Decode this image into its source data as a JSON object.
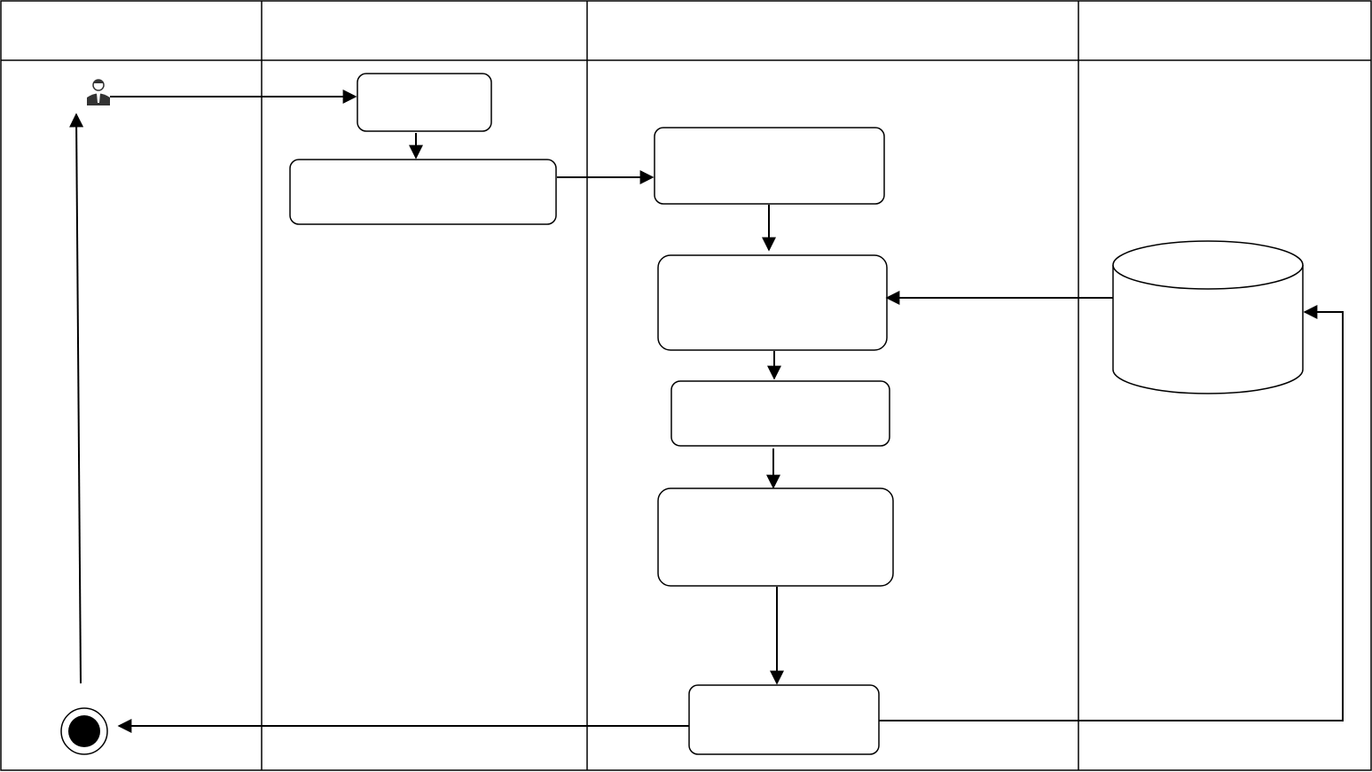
{
  "swimlanes": [
    {
      "id": "lane-1",
      "title": ""
    },
    {
      "id": "lane-2",
      "title": ""
    },
    {
      "id": "lane-3",
      "title": ""
    },
    {
      "id": "lane-4",
      "title": ""
    }
  ],
  "nodes": {
    "box_1": {
      "label": ""
    },
    "box_2": {
      "label": ""
    },
    "box_3": {
      "label": ""
    },
    "box_4": {
      "label": ""
    },
    "box_5": {
      "label": ""
    },
    "box_6": {
      "label": ""
    },
    "box_7": {
      "label": ""
    },
    "database": {
      "label": ""
    }
  },
  "colors": {
    "stroke": "#000000",
    "fill": "#ffffff",
    "actor": "#333333"
  },
  "icons": {
    "actor": "user-icon",
    "end": "final-node-icon"
  }
}
